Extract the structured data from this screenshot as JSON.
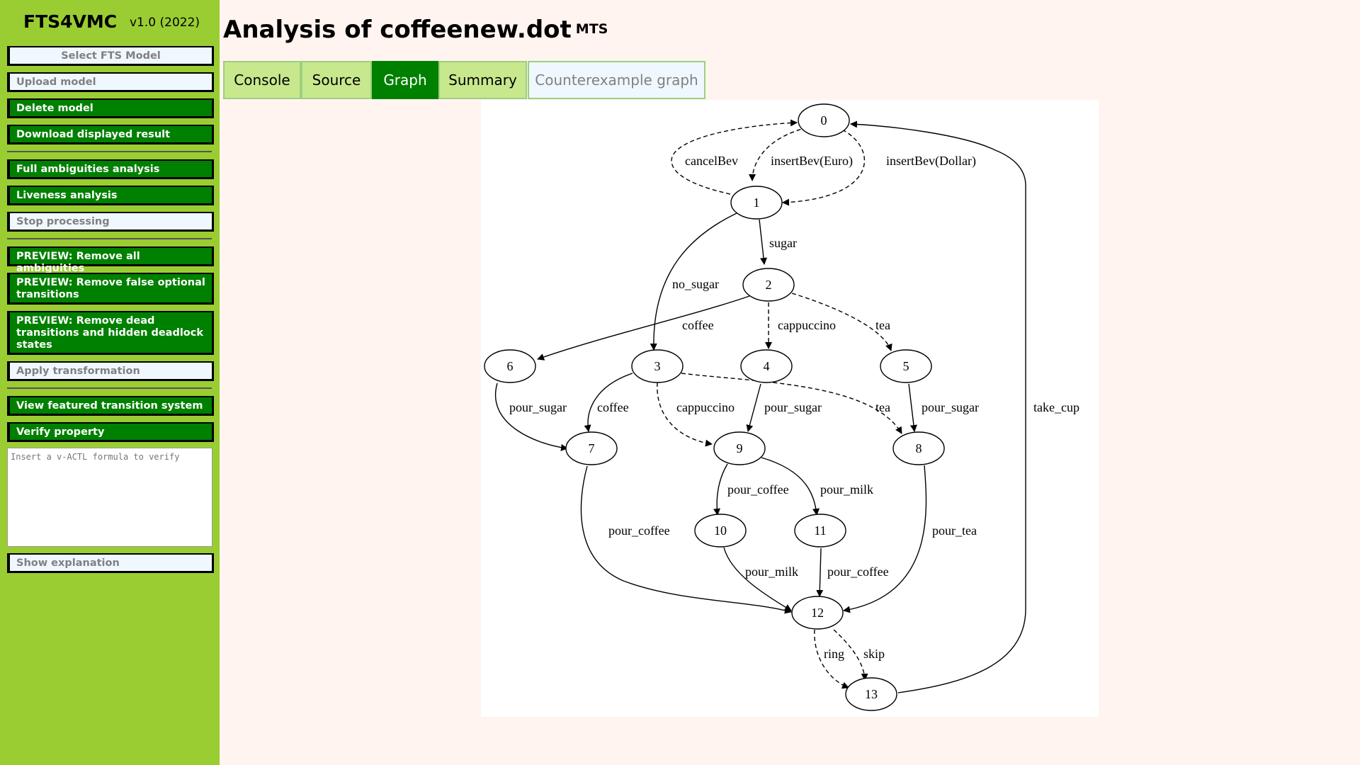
{
  "app": {
    "name": "FTS4VMC",
    "version": "v1.0 (2022)"
  },
  "sidebar": {
    "select_model": "Select FTS Model",
    "upload_model": "Upload model",
    "delete_model": "Delete model",
    "download_result": "Download displayed result",
    "full_ambiguities": "Full ambiguities analysis",
    "liveness": "Liveness analysis",
    "stop_processing": "Stop processing",
    "preview_remove_all": "PREVIEW: Remove all ambiguities",
    "preview_remove_false_optional": "PREVIEW: Remove false optional transitions",
    "preview_remove_dead": "PREVIEW: Remove dead transitions and hidden deadlock states",
    "apply_transformation": "Apply transformation",
    "view_fts": "View featured transition system",
    "verify_property": "Verify property",
    "formula_placeholder": "Insert a v-ACTL formula to verify",
    "show_explanation": "Show explanation"
  },
  "header": {
    "title": "Analysis of coffeenew.dot",
    "badge": "MTS"
  },
  "tabs": [
    {
      "label": "Console",
      "active": false
    },
    {
      "label": "Source",
      "active": false
    },
    {
      "label": "Graph",
      "active": true
    },
    {
      "label": "Summary",
      "active": false
    },
    {
      "label": "Counterexample graph",
      "active": false,
      "disabled": true
    }
  ],
  "graph": {
    "nodes": [
      "0",
      "1",
      "2",
      "3",
      "4",
      "5",
      "6",
      "7",
      "8",
      "9",
      "10",
      "11",
      "12",
      "13"
    ],
    "edges": [
      {
        "from": "1",
        "to": "0",
        "label": "cancelBev",
        "style": "dashed"
      },
      {
        "from": "0",
        "to": "1",
        "label": "insertBev(Euro)",
        "style": "dashed"
      },
      {
        "from": "0",
        "to": "1",
        "label": "insertBev(Dollar)",
        "style": "dashed"
      },
      {
        "from": "1",
        "to": "2",
        "label": "sugar",
        "style": "solid"
      },
      {
        "from": "1",
        "to": "3",
        "label": "no_sugar",
        "style": "solid"
      },
      {
        "from": "2",
        "to": "6",
        "label": "coffee",
        "style": "solid"
      },
      {
        "from": "2",
        "to": "4",
        "label": "cappuccino",
        "style": "dashed"
      },
      {
        "from": "2",
        "to": "5",
        "label": "tea",
        "style": "dashed"
      },
      {
        "from": "6",
        "to": "7",
        "label": "pour_sugar",
        "style": "solid"
      },
      {
        "from": "3",
        "to": "7",
        "label": "coffee",
        "style": "solid"
      },
      {
        "from": "3",
        "to": "9",
        "label": "cappuccino",
        "style": "dashed"
      },
      {
        "from": "3",
        "to": "8",
        "label": "tea",
        "style": "dashed"
      },
      {
        "from": "4",
        "to": "9",
        "label": "pour_sugar",
        "style": "solid"
      },
      {
        "from": "5",
        "to": "8",
        "label": "pour_sugar",
        "style": "solid"
      },
      {
        "from": "9",
        "to": "10",
        "label": "pour_coffee",
        "style": "solid"
      },
      {
        "from": "9",
        "to": "11",
        "label": "pour_milk",
        "style": "solid"
      },
      {
        "from": "7",
        "to": "12",
        "label": "pour_coffee",
        "style": "solid"
      },
      {
        "from": "10",
        "to": "12",
        "label": "pour_milk",
        "style": "solid"
      },
      {
        "from": "11",
        "to": "12",
        "label": "pour_coffee",
        "style": "solid"
      },
      {
        "from": "8",
        "to": "12",
        "label": "pour_tea",
        "style": "solid"
      },
      {
        "from": "12",
        "to": "13",
        "label": "ring",
        "style": "dashed"
      },
      {
        "from": "12",
        "to": "13",
        "label": "skip",
        "style": "dashed"
      },
      {
        "from": "13",
        "to": "0",
        "label": "take_cup",
        "style": "solid"
      }
    ]
  },
  "colors": {
    "sidebar": "#9acd32",
    "button": "#008000",
    "tab": "#c8e88e",
    "background": "#fff4f0"
  }
}
